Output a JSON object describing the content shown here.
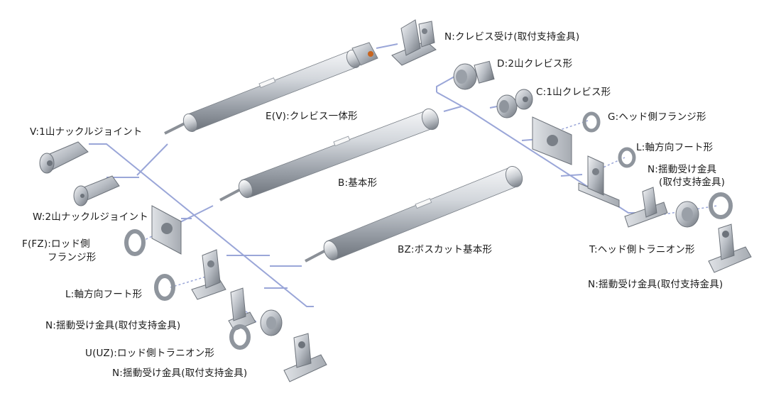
{
  "labels": {
    "clevis_bracket_top": "N:クレビス受け(取付支持金具)",
    "double_clevis": "D:2山クレビス形",
    "single_clevis": "C:1山クレビス形",
    "head_flange": "G:ヘッド側フランジ形",
    "foot_right": "L:軸方向フート形",
    "pivot_bracket_right_1": "N:揺動受け金具",
    "pivot_bracket_right_2": "(取付支持金具)",
    "head_trunnion": "T:ヘッド側トラニオン形",
    "pivot_bracket_right_bottom": "N:揺動受け金具(取付支持金具)",
    "clevis_integrated": "E(V):クレビス一体形",
    "basic": "B:基本形",
    "boss_cut_basic": "BZ:ボスカット基本形",
    "single_knuckle": "V:1山ナックルジョイント",
    "double_knuckle": "W:2山ナックルジョイント",
    "rod_flange_1": "F(FZ):ロッド側",
    "rod_flange_2": "フランジ形",
    "foot_left": "L:軸方向フート形",
    "pivot_bracket_left": "N:揺動受け金具(取付支持金具)",
    "rod_trunnion": "U(UZ):ロッド側トラニオン形",
    "pivot_bracket_left_bottom": "N:揺動受け金具(取付支持金具)"
  },
  "colors": {
    "connector_line": "#9aa6d8",
    "metal_light": "#eef0f2",
    "metal_mid": "#b9bec5",
    "metal_dark": "#6d737b",
    "accent_orange": "#c8641e",
    "label_text": "#1a1a1a"
  }
}
